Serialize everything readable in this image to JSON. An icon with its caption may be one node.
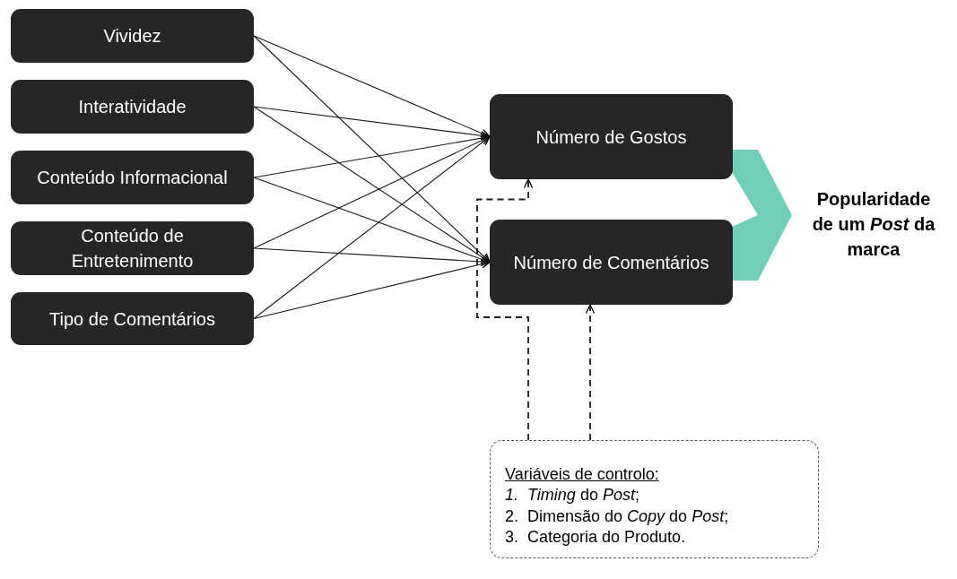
{
  "diagram": {
    "nodes": [
      {
        "text": [
          "Vividez"
        ]
      },
      {
        "text": [
          "Interatividade"
        ]
      },
      {
        "text": [
          "Conteúdo Informacional"
        ]
      },
      {
        "text": [
          "Conteúdo de Entretenimento"
        ]
      },
      {
        "text": [
          "Tipo de Comentários"
        ]
      },
      {
        "text": [
          "Número de Gostos"
        ]
      },
      {
        "text": [
          "Número de Comentários"
        ]
      },
      {
        "text": [
          "Popularidade de um *Post* da marca"
        ]
      },
      {
        "text": [
          "Variáveis de controlo:",
          "*1.  Timing* do *Post*;",
          "2.  Dimensão do *Copy* do *Post*;",
          "3.  Categoria do Produto."
        ]
      }
    ],
    "edges": [
      {
        "from": 0,
        "to": 5,
        "arrow": "to"
      },
      {
        "from": 0,
        "to": 6,
        "arrow": "to"
      },
      {
        "from": 1,
        "to": 5,
        "arrow": "to"
      },
      {
        "from": 1,
        "to": 6,
        "arrow": "to"
      },
      {
        "from": 2,
        "to": 5,
        "arrow": "to"
      },
      {
        "from": 2,
        "to": 6,
        "arrow": "to"
      },
      {
        "from": 3,
        "to": 5,
        "arrow": "to"
      },
      {
        "from": 3,
        "to": 6,
        "arrow": "to"
      },
      {
        "from": 4,
        "to": 5,
        "arrow": "to"
      },
      {
        "from": 4,
        "to": 6,
        "arrow": "to"
      },
      {
        "from": 5,
        "to": 7,
        "arrow": "to",
        "style": "thick",
        "color": "#70cfb6"
      },
      {
        "from": 6,
        "to": 7,
        "arrow": "to",
        "style": "thick",
        "color": "#70cfb6"
      },
      {
        "from": 8,
        "to": 5,
        "arrow": "to",
        "style": "dashed"
      },
      {
        "from": 8,
        "to": 6,
        "arrow": "to",
        "style": "dashed"
      }
    ]
  }
}
